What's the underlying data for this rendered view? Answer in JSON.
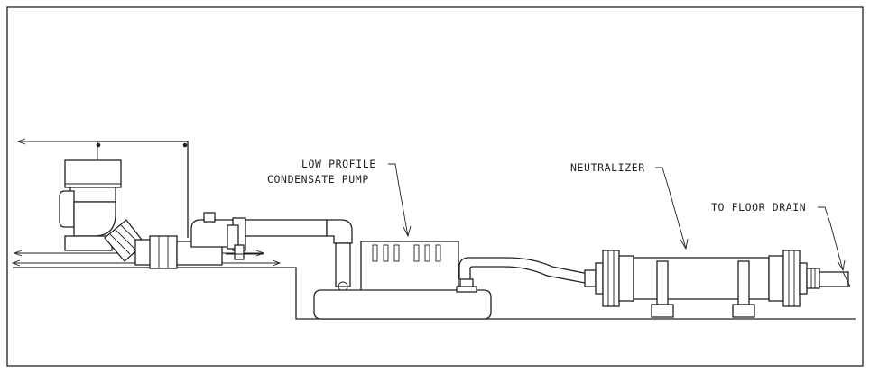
{
  "labels": {
    "pump_line1": "LOW PROFILE",
    "pump_line2": "CONDENSATE PUMP",
    "neutralizer": "NEUTRALIZER",
    "floor_drain": "TO FLOOR DRAIN"
  }
}
